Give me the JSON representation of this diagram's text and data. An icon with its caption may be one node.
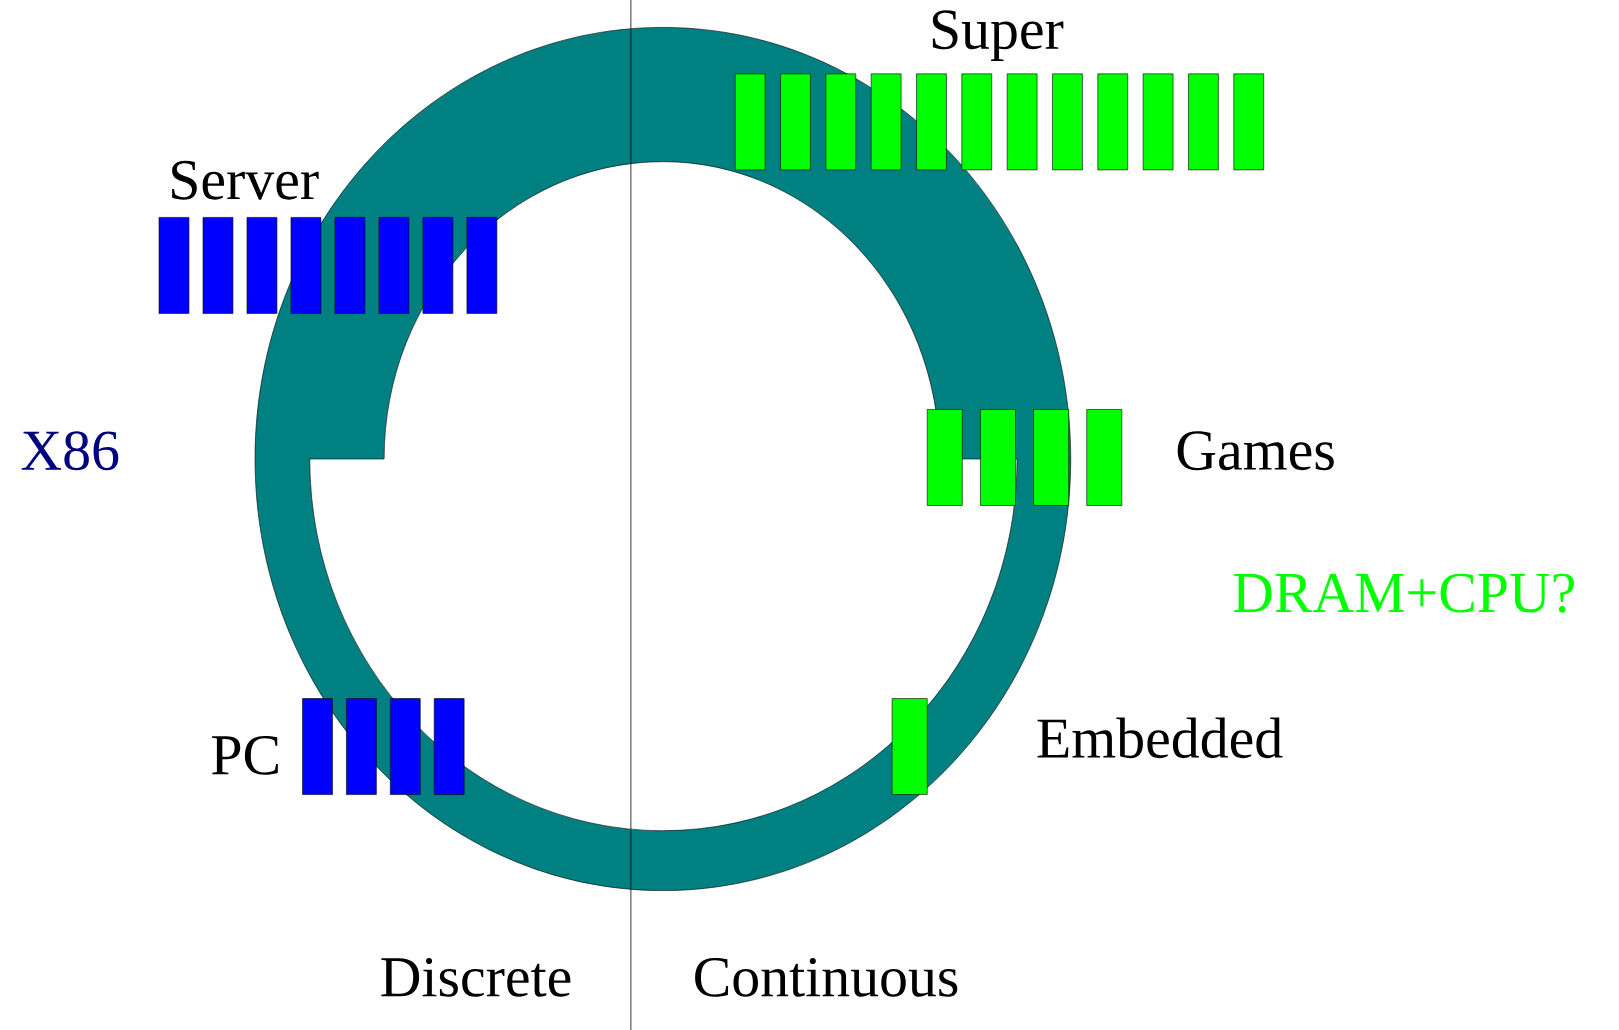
{
  "diagram": {
    "labels": [
      "Super",
      "Server",
      "X86",
      "Games",
      "DRAM+CPU?",
      "PC",
      "Embedded",
      "Discrete",
      "Continuous"
    ]
  }
}
